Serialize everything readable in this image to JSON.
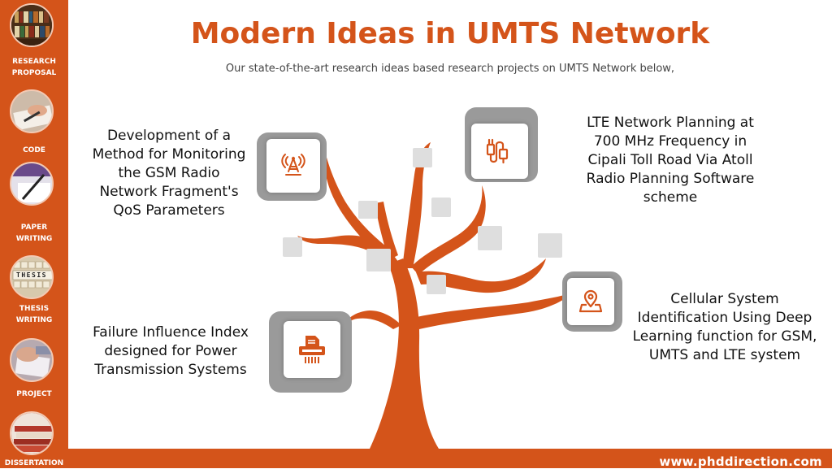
{
  "sidebar": {
    "items": [
      {
        "label": "",
        "icon": "bookshelf-photo"
      },
      {
        "label": "RESEARCH\nPROPOSAL",
        "icon": "writing-hand-photo"
      },
      {
        "label": "CODE",
        "icon": "pen-writing-photo"
      },
      {
        "label": "PAPER\nWRITING",
        "icon": "thesis-tiles-photo"
      },
      {
        "label": "THESIS\nWRITING",
        "icon": "desk-papers-photo"
      },
      {
        "label": "PROJECT",
        "icon": "book-stack-photo"
      },
      {
        "label": "DISSERTATION",
        "icon": ""
      }
    ],
    "thesis_tile_text": "THESIS"
  },
  "header": {
    "title": "Modern Ideas in UMTS Network",
    "subtitle": "Our state-of-the-art research ideas based research projects on UMTS Network below,"
  },
  "ideas": [
    {
      "text": "Development of a Method for Monitoring the GSM Radio Network Fragment's QoS Parameters",
      "icon": "radio-tower-icon"
    },
    {
      "text": "LTE Network Planning at 700 MHz Frequency in Cipali Toll Road Via Atoll Radio Planning Software scheme",
      "icon": "usb-cable-icon"
    },
    {
      "text": "Cellular System Identification Using Deep Learning function for GSM, UMTS and LTE system",
      "icon": "map-pin-icon"
    },
    {
      "text": "Failure Influence Index designed for Power Transmission Systems",
      "icon": "shredder-icon"
    }
  ],
  "footer": {
    "website": "www.phddirection.com"
  },
  "colors": {
    "accent": "#d4541a",
    "box_gray": "#9a9a9a",
    "leaf_gray": "#dedede"
  }
}
